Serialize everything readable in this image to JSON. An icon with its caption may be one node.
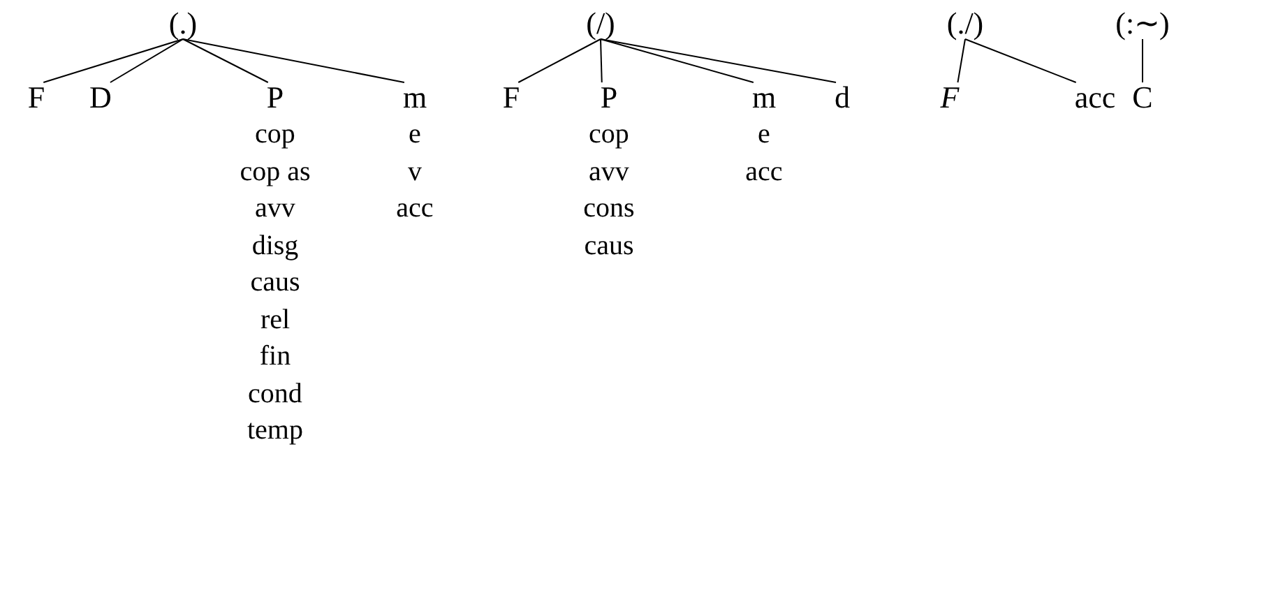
{
  "diagram": {
    "nodes": [
      {
        "text": [
          "(.)"
        ]
      },
      {
        "text": [
          "F"
        ]
      },
      {
        "text": [
          "D"
        ]
      },
      {
        "text": [
          "P"
        ],
        "beside": [
          "cop",
          "cop as",
          "avv",
          "disg",
          "caus",
          "rel",
          "fin",
          "cond",
          "temp"
        ]
      },
      {
        "text": [
          "m"
        ],
        "beside": [
          "e",
          "v",
          "acc"
        ]
      },
      {
        "text": [
          "(/)"
        ]
      },
      {
        "text": [
          "F"
        ]
      },
      {
        "text": [
          "P"
        ],
        "beside": [
          "cop",
          "avv",
          "cons",
          "caus"
        ]
      },
      {
        "text": [
          "m"
        ],
        "beside": [
          "e",
          "acc"
        ]
      },
      {
        "text": [
          "d"
        ]
      },
      {
        "text": [
          "(./)"
        ]
      },
      {
        "text": [
          "F"
        ]
      },
      {
        "text": [
          "acc"
        ]
      },
      {
        "text": [
          "(:∼)"
        ]
      },
      {
        "text": [
          "C"
        ]
      }
    ],
    "edges": [
      {
        "from": 0,
        "to": 1,
        "arrow": "none"
      },
      {
        "from": 0,
        "to": 2,
        "arrow": "none"
      },
      {
        "from": 0,
        "to": 3,
        "arrow": "none"
      },
      {
        "from": 0,
        "to": 4,
        "arrow": "none"
      },
      {
        "from": 5,
        "to": 6,
        "arrow": "none"
      },
      {
        "from": 5,
        "to": 7,
        "arrow": "none"
      },
      {
        "from": 5,
        "to": 8,
        "arrow": "none"
      },
      {
        "from": 5,
        "to": 9,
        "arrow": "none"
      },
      {
        "from": 10,
        "to": 11,
        "arrow": "none"
      },
      {
        "from": 10,
        "to": 12,
        "arrow": "none"
      },
      {
        "from": 13,
        "to": 14,
        "arrow": "none"
      }
    ]
  }
}
